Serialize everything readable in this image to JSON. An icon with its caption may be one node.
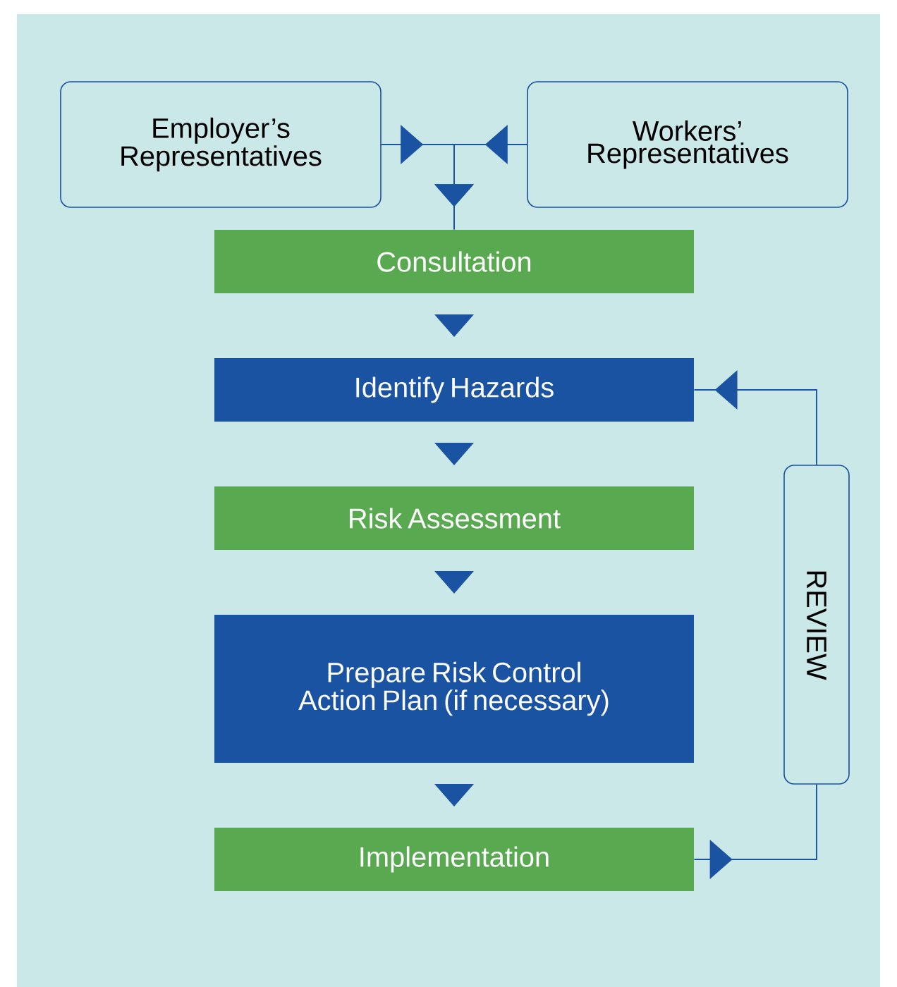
{
  "diagram": {
    "nodes": [
      {
        "text": [
          "Employer’s Representatives"
        ]
      },
      {
        "text": [
          "Workers’ Representatives"
        ]
      },
      {
        "text": [
          "Consultation"
        ]
      },
      {
        "text": [
          "Identify Hazards"
        ]
      },
      {
        "text": [
          "Risk Assessment"
        ]
      },
      {
        "text": [
          "Prepare Risk Control Action Plan (if necessary)"
        ]
      },
      {
        "text": [
          "Implementation"
        ]
      },
      {
        "text": [
          "REVIEW"
        ]
      }
    ],
    "edges": [
      {
        "from": 0,
        "to": 2,
        "arrow": "to"
      },
      {
        "from": 1,
        "to": 2,
        "arrow": "to"
      },
      {
        "from": 2,
        "to": 3,
        "arrow": "to"
      },
      {
        "from": 3,
        "to": 4,
        "arrow": "to"
      },
      {
        "from": 4,
        "to": 5,
        "arrow": "to"
      },
      {
        "from": 5,
        "to": 6,
        "arrow": "to"
      },
      {
        "from": 6,
        "to": 7,
        "arrow": "to"
      },
      {
        "from": 7,
        "to": 3,
        "arrow": "to"
      }
    ]
  }
}
